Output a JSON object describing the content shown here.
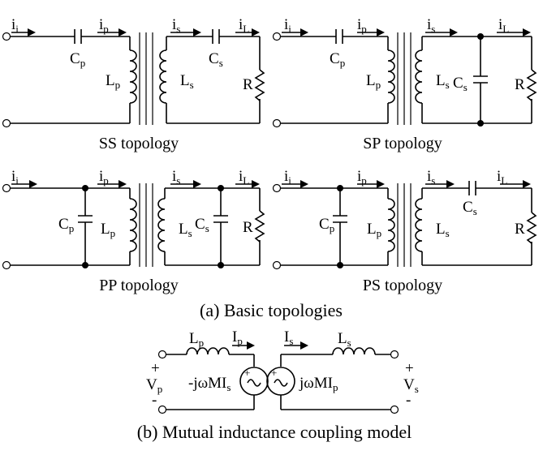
{
  "captions": {
    "ss": "SS topology",
    "sp": "SP topology",
    "pp": "PP topology",
    "ps": "PS topology",
    "a": "(a) Basic topologies",
    "b": "(b) Mutual inductance coupling model"
  },
  "labels": {
    "i_main": "i",
    "sub_i": "i",
    "sub_p": "p",
    "sub_s": "s",
    "sub_L": "L",
    "C": "C",
    "L": "L",
    "R": "R",
    "I": "I",
    "V": "V",
    "plus": "+",
    "minus": "-",
    "src_p_text": "-jωMI",
    "src_s_text": "jωMI"
  }
}
